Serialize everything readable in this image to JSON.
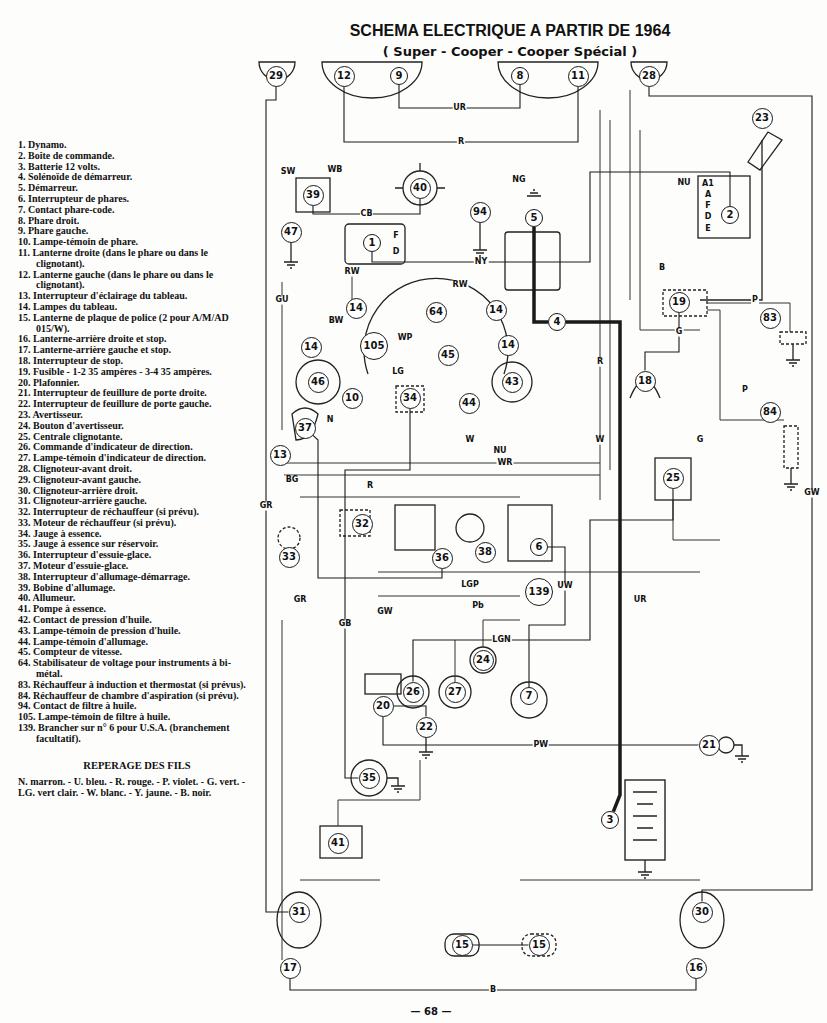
{
  "diagram": {
    "title": "SCHEMA ELECTRIQUE A PARTIR DE 1964",
    "nodes": [
      {
        "text": [
          "29"
        ]
      },
      {
        "text": [
          "12"
        ]
      },
      {
        "text": [
          "9"
        ]
      },
      {
        "text": [
          "8"
        ]
      },
      {
        "text": [
          "11"
        ]
      },
      {
        "text": [
          "28"
        ]
      },
      {
        "text": [
          "23"
        ]
      },
      {
        "text": [
          "39"
        ]
      },
      {
        "text": [
          "40"
        ]
      },
      {
        "text": [
          "47"
        ]
      },
      {
        "text": [
          "1"
        ]
      },
      {
        "text": [
          "94"
        ]
      },
      {
        "text": [
          "5"
        ]
      },
      {
        "text": [
          "2"
        ]
      },
      {
        "text": [
          "19"
        ]
      },
      {
        "text": [
          "4"
        ]
      },
      {
        "text": [
          "83"
        ]
      },
      {
        "text": [
          "14"
        ]
      },
      {
        "text": [
          "64"
        ]
      },
      {
        "text": [
          "14"
        ]
      },
      {
        "text": [
          "14"
        ]
      },
      {
        "text": [
          "105"
        ]
      },
      {
        "text": [
          "14"
        ]
      },
      {
        "text": [
          "45"
        ]
      },
      {
        "text": [
          "46"
        ]
      },
      {
        "text": [
          "43"
        ]
      },
      {
        "text": [
          "10"
        ]
      },
      {
        "text": [
          "34"
        ]
      },
      {
        "text": [
          "44"
        ]
      },
      {
        "text": [
          "18"
        ]
      },
      {
        "text": [
          "84"
        ]
      },
      {
        "text": [
          "37"
        ]
      },
      {
        "text": [
          "13"
        ]
      },
      {
        "text": [
          "25"
        ]
      },
      {
        "text": [
          "32"
        ]
      },
      {
        "text": [
          "33"
        ]
      },
      {
        "text": [
          "36"
        ]
      },
      {
        "text": [
          "38"
        ]
      },
      {
        "text": [
          "6"
        ]
      },
      {
        "text": [
          "139"
        ]
      },
      {
        "text": [
          "24"
        ]
      },
      {
        "text": [
          "26"
        ]
      },
      {
        "text": [
          "27"
        ]
      },
      {
        "text": [
          "7"
        ]
      },
      {
        "text": [
          "20"
        ]
      },
      {
        "text": [
          "22"
        ]
      },
      {
        "text": [
          "21"
        ]
      },
      {
        "text": [
          "35"
        ]
      },
      {
        "text": [
          "3"
        ]
      },
      {
        "text": [
          "41"
        ]
      },
      {
        "text": [
          "31"
        ]
      },
      {
        "text": [
          "30"
        ]
      },
      {
        "text": [
          "15"
        ]
      },
      {
        "text": [
          "15"
        ]
      },
      {
        "text": [
          "17"
        ]
      },
      {
        "text": [
          "16"
        ]
      }
    ],
    "edges": [
      {
        "from": 2,
        "to": 3,
        "label": "UR",
        "arrow": "none"
      },
      {
        "from": 1,
        "to": 4,
        "label": "R",
        "arrow": "none"
      },
      {
        "from": 0,
        "to": 50,
        "label": "GR",
        "arrow": "none"
      },
      {
        "from": 5,
        "to": 51,
        "label": "GW",
        "arrow": "none"
      },
      {
        "from": 12,
        "to": 15,
        "arrow": "none"
      },
      {
        "from": 15,
        "to": 48,
        "arrow": "none"
      },
      {
        "from": 10,
        "to": 13,
        "label": "NY",
        "arrow": "none"
      },
      {
        "from": 7,
        "to": 8,
        "label": "CB",
        "arrow": "none"
      },
      {
        "from": 29,
        "to": 14,
        "label": "G",
        "arrow": "none"
      },
      {
        "from": 33,
        "to": 41,
        "label": "LGN",
        "arrow": "none"
      },
      {
        "from": 54,
        "to": 55,
        "label": "B",
        "arrow": "none"
      },
      {
        "from": 52,
        "to": 53,
        "arrow": "none"
      },
      {
        "from": 46,
        "to": 44,
        "label": "PW",
        "arrow": "none"
      },
      {
        "from": 45,
        "to": 44,
        "arrow": "none"
      },
      {
        "from": 47,
        "to": 27,
        "label": "GB",
        "arrow": "none"
      },
      {
        "from": 36,
        "to": 31,
        "arrow": "none"
      },
      {
        "from": 38,
        "to": 43,
        "label": "UW",
        "arrow": "none"
      }
    ],
    "labels": [
      "( Super - Cooper - Cooper Spécial )",
      "1. Dynamo.",
      "2. Boîte de commande.",
      "3. Batterie 12 volts.",
      "4. Solénoïde de démarreur.",
      "5. Démarreur.",
      "6. Interrupteur de phares.",
      "7. Contact phare-code.",
      "8. Phare droit.",
      "9. Phare gauche.",
      "10. Lampe-témoin de phare.",
      "11. Lanterne droite (dans le phare ou dans le clignotant).",
      "12. Lanterne gauche (dans le phare ou dans le clignotant).",
      "13. Interrupteur d'éclairage du tableau.",
      "14. Lampes du tableau.",
      "15. Lanterne de plaque de police (2 pour A/M/AD 015/W).",
      "16. Lanterne-arrière droite et stop.",
      "17. Lanterne-arrière gauche et stop.",
      "18. Interrupteur de stop.",
      "19. Fusible - 1-2 35 ampères - 3-4 35 ampères.",
      "20. Plafonnier.",
      "21. Interrupteur de feuillure de porte droite.",
      "22. Interrupteur de feuillure de porte gauche.",
      "23. Avertisseur.",
      "24. Bouton d'avertisseur.",
      "25. Centrale clignotante.",
      "26. Commande d'indicateur de direction.",
      "27. Lampe-témoin d'indicateur de direction.",
      "28. Clignoteur-avant droit.",
      "29. Clignoteur-avant gauche.",
      "30. Clignoteur-arrière droit.",
      "31. Clignoteur-arrière gauche.",
      "32. Interrupteur de réchauffeur (si prévu).",
      "33. Moteur de réchauffeur (si prévu).",
      "34. Jauge à essence.",
      "35. Jauge à essence sur réservoir.",
      "36. Interrupteur d'essuie-glace.",
      "37. Moteur d'essuie-glace.",
      "38. Interrupteur d'allumage-démarrage.",
      "39. Bobine d'allumage.",
      "40. Allumeur.",
      "41. Pompe à essence.",
      "42. Contact de pression d'huile.",
      "43. Lampe-témoin de pression d'huile.",
      "44. Lampe-témoin d'allumage.",
      "45. Compteur de vitesse.",
      "64. Stabilisateur de voltage pour instruments à bi-métal.",
      "83. Réchauffeur à induction et thermostat (si prévus).",
      "84. Réchauffeur de chambre d'aspiration (si prévu).",
      "94. Contact de filtre à huile.",
      "105. Lampe-témoin de filtre à huile.",
      "139. Brancher sur n° 6 pour U.S.A. (branchement facultatif).",
      "REPERAGE DES FILS",
      "N. marron. - U. bleu. - R. rouge. - P. violet. - G. vert. - LG. vert clair. - W. blanc. - Y. jaune. - B. noir.",
      "— 68 —",
      "SW",
      "WB",
      "F",
      "D",
      "NG",
      "NU",
      "A1",
      "A",
      "F",
      "D",
      "E",
      "RW",
      "RW",
      "GU",
      "BW",
      "WP",
      "LG",
      "N",
      "W",
      "NU",
      "WR",
      "R",
      "BG",
      "GW",
      "LGP",
      "Pb",
      "UR",
      "P",
      "G",
      "W",
      "B",
      "R",
      "GR",
      "P"
    ]
  }
}
